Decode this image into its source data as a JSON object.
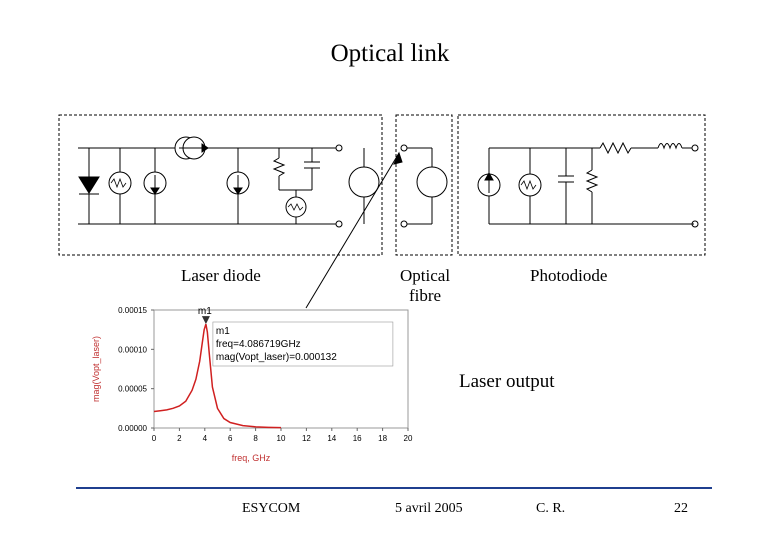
{
  "title": "Optical link",
  "labels": {
    "laser_diode": "Laser diode",
    "optical_fibre_line1": "Optical",
    "optical_fibre_line2": "fibre",
    "photodiode": "Photodiode",
    "laser_output": "Laser output"
  },
  "footer": {
    "org": "ESYCOM",
    "date": "5 avril 2005",
    "author": "C. R.",
    "page": "22"
  },
  "colors": {
    "footer_rule": "#1f3f8f",
    "plot_trace": "#d02020",
    "plot_label": "#c03030"
  },
  "chart_data": {
    "type": "line",
    "xlabel": "freq, GHz",
    "ylabel": "mag(Vopt_laser)",
    "xlim": [
      0,
      20
    ],
    "ylim": [
      0,
      0.00015
    ],
    "x_ticks": [
      "0",
      "2",
      "4",
      "6",
      "8",
      "10",
      "12",
      "14",
      "16",
      "18",
      "20"
    ],
    "y_ticks": [
      "0.00000",
      "0.00005",
      "0.00010",
      "0.00015"
    ],
    "marker": {
      "name": "m1",
      "readout_line1": "m1",
      "readout_line2": "freq=4.086719GHz",
      "readout_line3": "mag(Vopt_laser)=0.000132",
      "x": 4.086719,
      "y": 0.000132
    },
    "series": [
      {
        "x": [
          0,
          0.5,
          1,
          1.5,
          2,
          2.5,
          3,
          3.3,
          3.6,
          3.8,
          3.95,
          4.086719,
          4.2,
          4.35,
          4.6,
          5,
          5.5,
          6,
          7,
          8,
          9,
          10
        ],
        "values": [
          2.1e-05,
          2.2e-05,
          2.3e-05,
          2.5e-05,
          2.8e-05,
          3.4e-05,
          4.8e-05,
          6.2e-05,
          8.5e-05,
          0.000108,
          0.000125,
          0.000132,
          0.000122,
          9.5e-05,
          5.2e-05,
          2.5e-05,
          1.2e-05,
          7e-06,
          3e-06,
          1.5e-06,
          8e-07,
          4e-07
        ]
      }
    ]
  }
}
